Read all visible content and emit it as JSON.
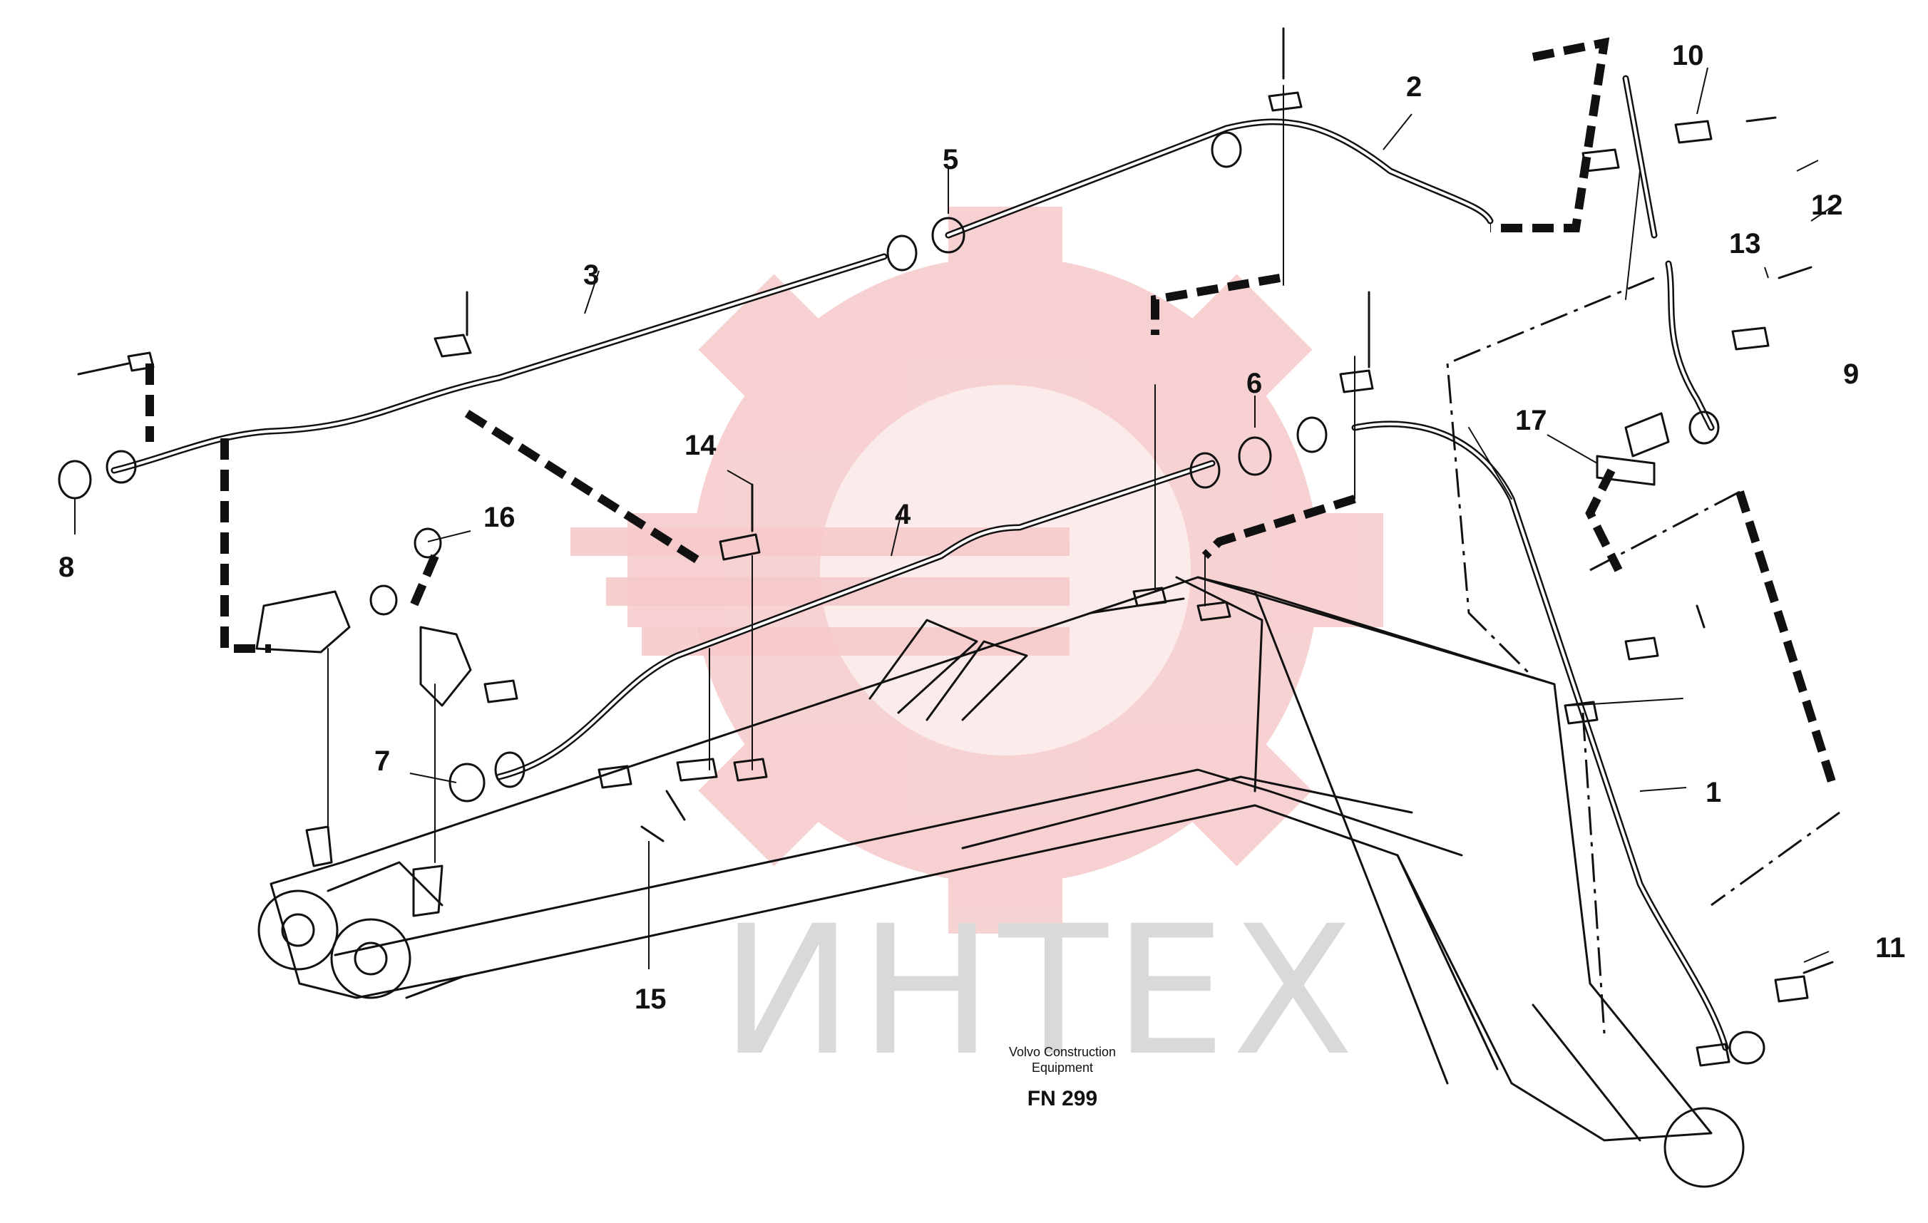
{
  "figure": {
    "callouts": [
      {
        "id": "c1",
        "text": "1"
      },
      {
        "id": "c2",
        "text": "2"
      },
      {
        "id": "c3",
        "text": "3"
      },
      {
        "id": "c4",
        "text": "4"
      },
      {
        "id": "c5",
        "text": "5"
      },
      {
        "id": "c6",
        "text": "6"
      },
      {
        "id": "c7",
        "text": "7"
      },
      {
        "id": "c8",
        "text": "8"
      },
      {
        "id": "c9",
        "text": "9"
      },
      {
        "id": "c10",
        "text": "10"
      },
      {
        "id": "c11",
        "text": "11"
      },
      {
        "id": "c12",
        "text": "12"
      },
      {
        "id": "c13",
        "text": "13"
      },
      {
        "id": "c14",
        "text": "14"
      },
      {
        "id": "c15",
        "text": "15"
      },
      {
        "id": "c16",
        "text": "16"
      },
      {
        "id": "c17",
        "text": "17"
      }
    ],
    "footer": {
      "line1": "Volvo Construction",
      "line2": "Equipment",
      "code": "FN 299"
    },
    "watermark": {
      "text": "ИНТЕХ",
      "gear_color": "#f4c6c6",
      "text_color": "#d9d9d9"
    }
  }
}
